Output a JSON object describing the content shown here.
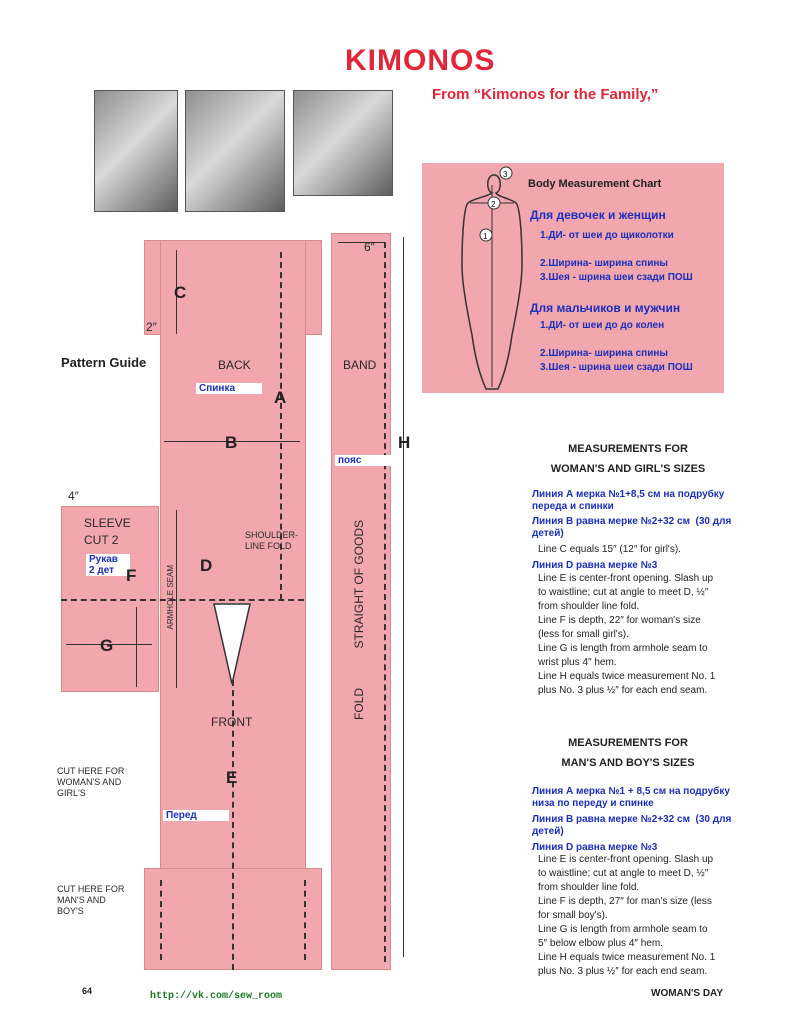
{
  "header": {
    "title": "KIMONOS",
    "subtitle": "From “Kimonos for the Family,”"
  },
  "chart": {
    "title": "Body Measurement Chart",
    "female_heading": "Для девочек и женщин",
    "female_items": [
      "ДИ- от шеи до щиколотки",
      "Ширина- ширина спины",
      "Шея - шрина шеи сзади ПОШ"
    ],
    "male_heading": "Для мальчиков и мужчин",
    "male_items": [
      "ДИ- от шеи до до колен",
      "Ширина- ширина спины",
      "Шея - шрина шеи сзади ПОШ"
    ],
    "numbers": [
      "1.",
      "2.",
      "3."
    ],
    "figure_marks": [
      "1",
      "2",
      "3"
    ]
  },
  "pattern": {
    "guide": "Pattern Guide",
    "back": "BACK",
    "back_ru": "Спинка",
    "band": "BAND",
    "band_ru": "пояс",
    "front": "FRONT",
    "front_ru": "Перед",
    "sleeve": "SLEEVE",
    "cut2": "CUT 2",
    "sleeve_ru": "Рукав\n2 дет",
    "shoulder": "SHOULDER-\nLINE FOLD",
    "armhole": "ARMHOLE SEAM",
    "fold": "FOLD",
    "straight": "STRAIGHT OF GOODS",
    "dim_6": "6″",
    "dim_2": "2″",
    "dim_4": "4″",
    "letters": {
      "a": "A",
      "b": "B",
      "c": "C",
      "d": "D",
      "e": "E",
      "f": "F",
      "g": "G",
      "h": "H"
    },
    "cut_women": "CUT HERE FOR\nWOMAN'S AND\nGIRL'S",
    "cut_men": "CUT HERE FOR\nMAN'S AND\nBOY'S"
  },
  "women": {
    "heading": "MEASUREMENTS FOR\nWOMAN'S AND GIRL'S SIZES",
    "ru_a": "Линия А мерка №1+8,5 см на подрубку\nпереда и спинки",
    "ru_b": "Линия В равна мерке №2+32 см  (30 для\nдетей)",
    "line_c": "Line C equals 15″ (12″ for girl's).",
    "ru_d": "Линия D равна мерке №3",
    "lines": [
      "Line E is center-front opening. Slash up",
      "to waistline; cut at angle to meet D, ½″",
      "from shoulder line fold.",
      "Line F is depth, 22″ for woman's size",
      "(less for small girl's).",
      "Line G is length from armhole seam to",
      "wrist plus 4″ hem.",
      "Line H equals twice measurement No. 1",
      "plus No. 3 plus ½″ for each end seam."
    ]
  },
  "men": {
    "heading": "MEASUREMENTS FOR\nMAN'S AND BOY'S SIZES",
    "ru_a": "Линия А мерка №1 + 8,5 см на подрубку\nниза по переду и спинке",
    "ru_b": "Линия В равна мерке №2+32 см  (30 для\nдетей)",
    "ru_d": "Линия D равна мерке №3",
    "lines": [
      "Line E is center-front opening. Slash up",
      "to waistline; cut at angle to meet D, ½″",
      "from shoulder line fold.",
      "Line F is depth, 27″ for man's size (less",
      "for small boy's).",
      "Line G is length from armhole seam to",
      "5″ below elbow plus 4″ hem.",
      "Line H equals twice measurement No. 1",
      "plus No. 3 plus ½″ for each end seam."
    ]
  },
  "footer": {
    "page": "64",
    "url": "http://vk.com/sew_room",
    "magazine": "WOMAN'S DAY"
  }
}
